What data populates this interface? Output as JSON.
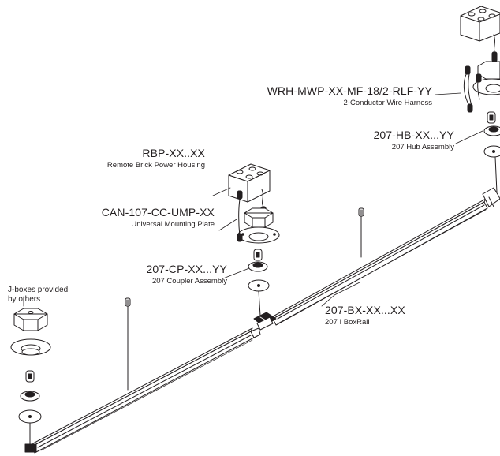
{
  "colors": {
    "ink": "#231f20",
    "fill": "#ffffff",
    "shade": "#d9d9d9"
  },
  "labels": {
    "harness": {
      "part": "WRH-MWP-XX-MF-18/2-RLF-YY",
      "desc": "2-Conductor Wire Harness"
    },
    "hub": {
      "part": "207-HB-XX...YY",
      "desc": "207 Hub Assembly"
    },
    "brick": {
      "part": "RBP-XX..XX",
      "desc": "Remote Brick Power Housing"
    },
    "can": {
      "part": "CAN-107-CC-UMP-XX",
      "desc": "Universal Mounting Plate"
    },
    "coupler": {
      "part": "207-CP-XX...YY",
      "desc": "207 Coupler Assembly"
    },
    "boxrail": {
      "part": "207-BX-XX...XX",
      "desc": "207 I BoxRail"
    },
    "jbox_note": {
      "line1": "J-boxes provided",
      "line2": "by others"
    }
  }
}
